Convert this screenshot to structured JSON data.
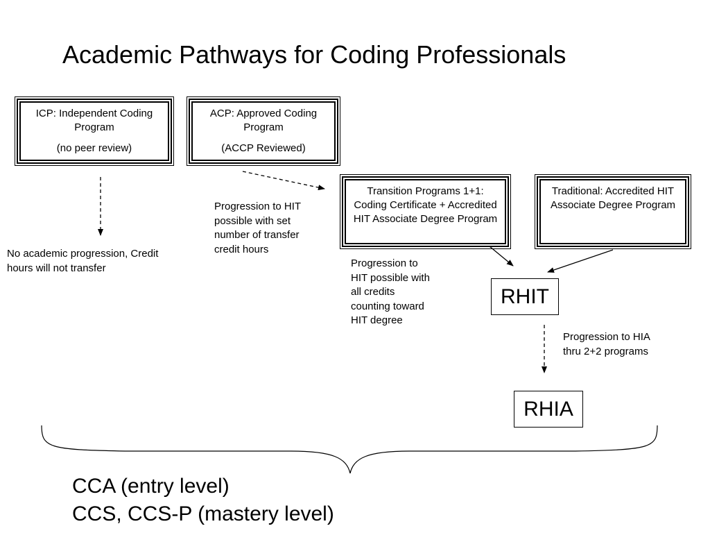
{
  "title": "Academic Pathways for Coding Professionals",
  "boxes": {
    "icp": {
      "line1": "ICP: Independent Coding Program",
      "line2": "(no peer review)"
    },
    "acp": {
      "line1": "ACP: Approved Coding Program",
      "line2": "(ACCP Reviewed)"
    },
    "transition": {
      "text": "Transition Programs 1+1: Coding Certificate + Accredited HIT Associate Degree Program"
    },
    "traditional": {
      "text": "Traditional:     Accredited HIT Associate Degree Program"
    }
  },
  "notes": {
    "no_progression": "No academic progression, Credit hours will not transfer",
    "acp_progression": "Progression to HIT possible with set number of transfer credit hours",
    "transition_progression": "Progression to HIT possible with all credits counting toward HIT degree",
    "hia_progression": "Progression to HIA thru 2+2 programs"
  },
  "credentials": {
    "rhit": "RHIT",
    "rhia": "RHIA"
  },
  "levels": {
    "entry": "CCA (entry level)",
    "mastery": "CCS, CCS-P (mastery level)"
  }
}
